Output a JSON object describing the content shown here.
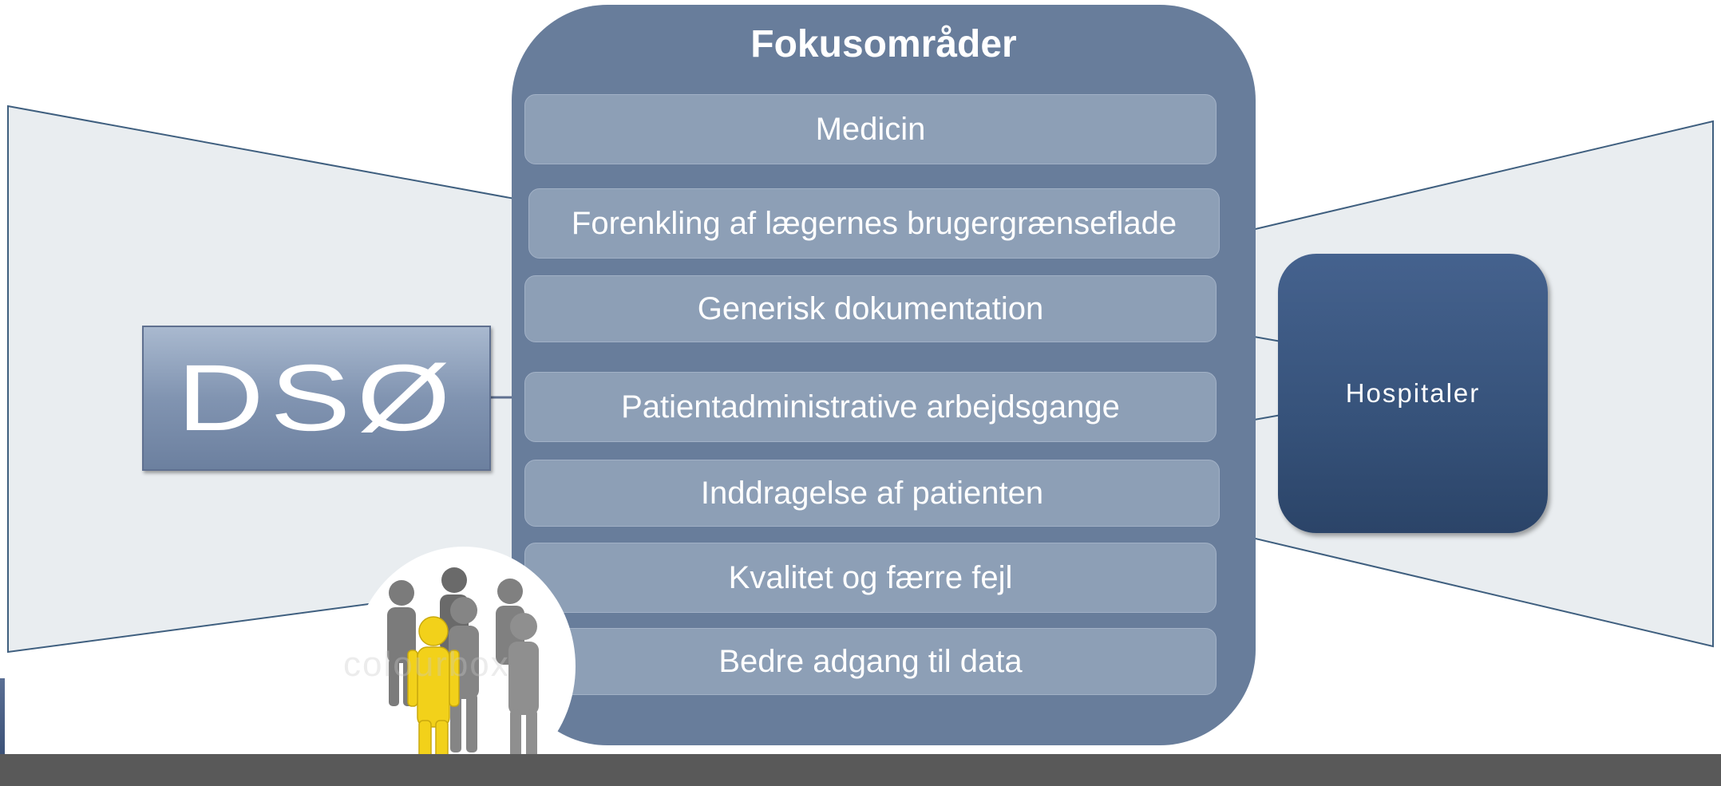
{
  "diagram": {
    "left_box_label": "DSØ",
    "right_box_label": "Hospitaler",
    "focus_title": "Fokusområder",
    "focus_items": [
      "Medicin",
      "Forenkling af lægernes brugergrænseflade",
      "Generisk dokumentation",
      "Patientadministrative arbejdsgange",
      "Inddragelse af patienten",
      "Kvalitet og færre fejl",
      "Bedre adgang til data"
    ],
    "watermark": "colourbox",
    "icons": {
      "people": "people-group-icon"
    },
    "colors": {
      "panel": "#687d9b",
      "item": "#8d9fb6",
      "hospital": "#36527a",
      "funnel": "#e9edf0",
      "bottom_bar": "#595959",
      "highlight_person": "#f2d11a"
    }
  }
}
